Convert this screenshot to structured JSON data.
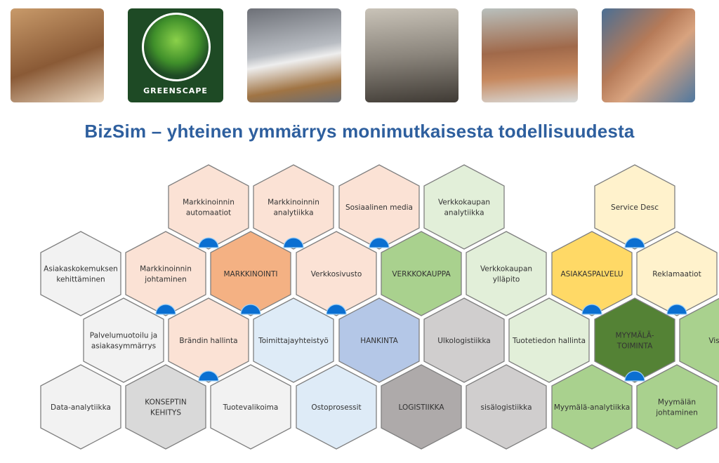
{
  "photos": [
    {
      "name": "furniture-showroom-photo"
    },
    {
      "name": "greenscape-logo",
      "logo_text": "GREENSCAPE"
    },
    {
      "name": "boat-show-photo"
    },
    {
      "name": "e-bike-riders-photo"
    },
    {
      "name": "wooden-house-construction-photo"
    },
    {
      "name": "team-hands-photo"
    }
  ],
  "title": "BizSim – yhteinen ymmärrys monimutkaisesta todellisuudesta",
  "colors": {
    "title": "#2e5f9e",
    "marker": "#0b6fd1",
    "border": "#7f7f7f"
  },
  "hexes": [
    {
      "lines": [
        "Markkinoinnin",
        "automaatiot"
      ],
      "fill": "#fbe2d5",
      "marker": true
    },
    {
      "lines": [
        "Markkinoinnin",
        "analytiikka"
      ],
      "fill": "#fbe2d5",
      "marker": true
    },
    {
      "lines": [
        "Sosiaalinen media"
      ],
      "fill": "#fbe2d5",
      "marker": true
    },
    {
      "lines": [
        "Verkkokaupan",
        "analytiikka"
      ],
      "fill": "#e2efd9",
      "marker": false
    },
    {
      "lines": [
        "Service Desc"
      ],
      "fill": "#fff2cc",
      "marker": true
    },
    {
      "lines": [
        "Asiakaskokemuksen",
        "kehittäminen"
      ],
      "fill": "#f2f2f2",
      "marker": false
    },
    {
      "lines": [
        "Markkinoinnin",
        "johtaminen"
      ],
      "fill": "#fbe2d5",
      "marker": true
    },
    {
      "lines": [
        "MARKKINOINTI"
      ],
      "fill": "#f4b183",
      "marker": true
    },
    {
      "lines": [
        "Verkkosivusto"
      ],
      "fill": "#fbe2d5",
      "marker": true
    },
    {
      "lines": [
        "VERKKOKAUPPA"
      ],
      "fill": "#a9d18e",
      "marker": false
    },
    {
      "lines": [
        "Verkkokaupan",
        "ylläpito"
      ],
      "fill": "#e2efd9",
      "marker": false
    },
    {
      "lines": [
        "ASIAKASPALVELU"
      ],
      "fill": "#ffd966",
      "marker": true
    },
    {
      "lines": [
        "Reklamaatiot"
      ],
      "fill": "#fff2cc",
      "marker": true
    },
    {
      "lines": [
        "Palvelumuotoilu ja",
        "asiakasymmärrys"
      ],
      "fill": "#f2f2f2",
      "marker": false
    },
    {
      "lines": [
        "Brändin hallinta"
      ],
      "fill": "#fbe2d5",
      "marker": true
    },
    {
      "lines": [
        "Toimittajayhteistyö"
      ],
      "fill": "#deebf7",
      "marker": false
    },
    {
      "lines": [
        "HANKINTA"
      ],
      "fill": "#b4c7e7",
      "marker": false
    },
    {
      "lines": [
        "Ulkologistiikka"
      ],
      "fill": "#d0cece",
      "marker": false
    },
    {
      "lines": [
        "Tuotetiedon hallinta"
      ],
      "fill": "#e2efd9",
      "marker": false
    },
    {
      "lines": [
        "MYYMÄLÄ-",
        "TOIMINTA"
      ],
      "fill": "#548235",
      "marker": true
    },
    {
      "lines": [
        "Visual"
      ],
      "fill": "#a9d18e",
      "marker": false
    },
    {
      "lines": [
        "Data-analytiikka"
      ],
      "fill": "#f2f2f2",
      "marker": false
    },
    {
      "lines": [
        "KONSEPTIN",
        "KEHITYS"
      ],
      "fill": "#d9d9d9",
      "marker": false
    },
    {
      "lines": [
        "Tuotevalikoima"
      ],
      "fill": "#f2f2f2",
      "marker": false
    },
    {
      "lines": [
        "Ostoprosessit"
      ],
      "fill": "#deebf7",
      "marker": false
    },
    {
      "lines": [
        "LOGISTIIKKA"
      ],
      "fill": "#aeaaaa",
      "marker": false
    },
    {
      "lines": [
        "sisälogistiikka"
      ],
      "fill": "#d0cece",
      "marker": false
    },
    {
      "lines": [
        "Myymälä-analytiikka"
      ],
      "fill": "#a9d18e",
      "marker": false
    },
    {
      "lines": [
        "Myymälän",
        "johtaminen"
      ],
      "fill": "#a9d18e",
      "marker": false
    }
  ]
}
